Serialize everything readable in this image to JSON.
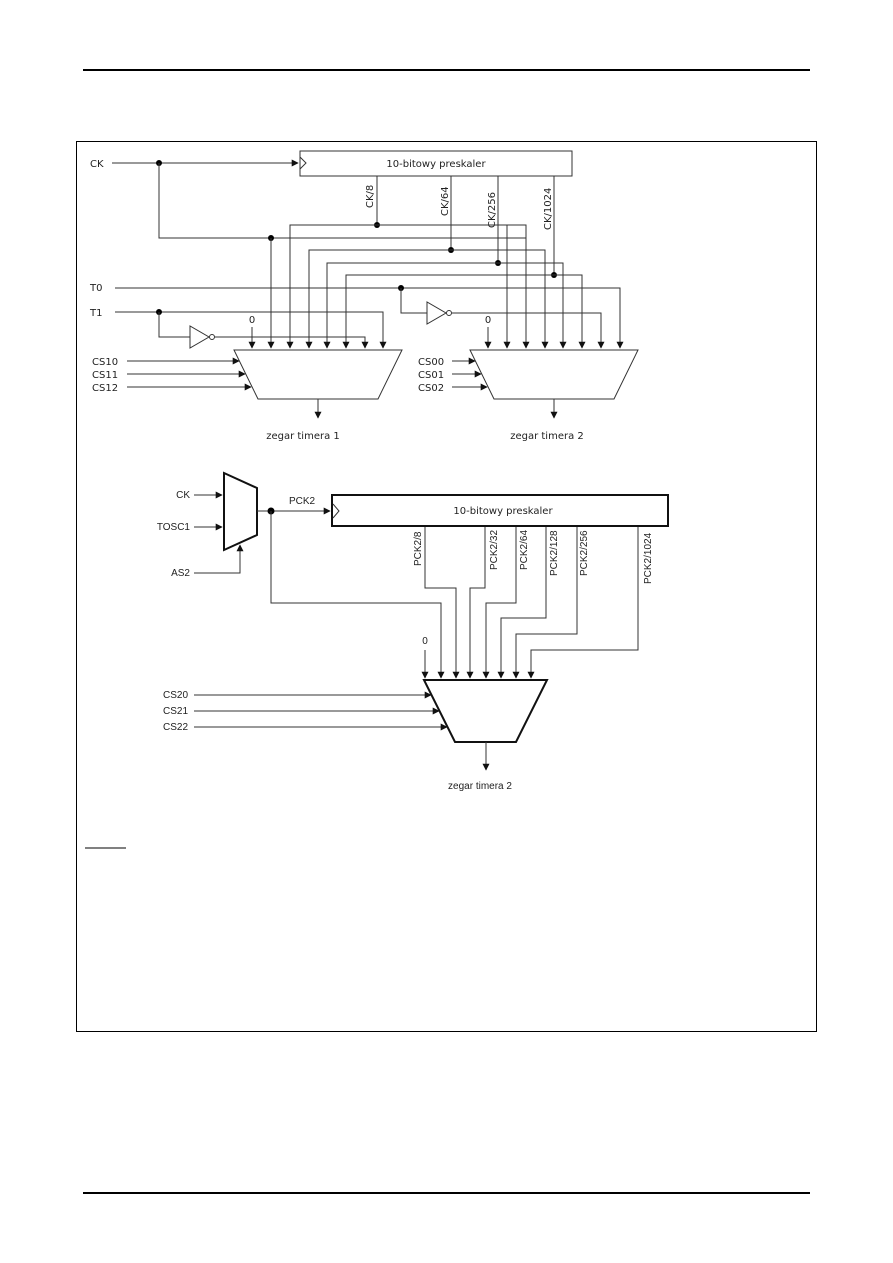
{
  "diagram": {
    "top": {
      "prescaler_label": "10-bitowy preskaler",
      "clock_input": "CK",
      "taps": [
        "CK/8",
        "CK/64",
        "CK/256",
        "CK/1024"
      ],
      "ext_inputs": [
        "T0",
        "T1"
      ],
      "mux1": {
        "zero_label": "0",
        "selects": [
          "CS10",
          "CS11",
          "CS12"
        ],
        "output_label": "zegar timera 1"
      },
      "mux0": {
        "zero_label": "0",
        "selects": [
          "CS00",
          "CS01",
          "CS02"
        ],
        "output_label": "zegar timera 2"
      }
    },
    "bottom": {
      "src_mux_inputs": [
        "CK",
        "TOSC1"
      ],
      "src_mux_select": "AS2",
      "pck_label": "PCK2",
      "prescaler_label": "10-bitowy preskaler",
      "taps": [
        "PCK2/8",
        "PCK2/32",
        "PCK2/64",
        "PCK2/128",
        "PCK2/256",
        "PCK2/1024"
      ],
      "mux2": {
        "zero_label": "0",
        "selects": [
          "CS20",
          "CS21",
          "CS22"
        ],
        "output_label": "zegar timera 2"
      }
    }
  }
}
